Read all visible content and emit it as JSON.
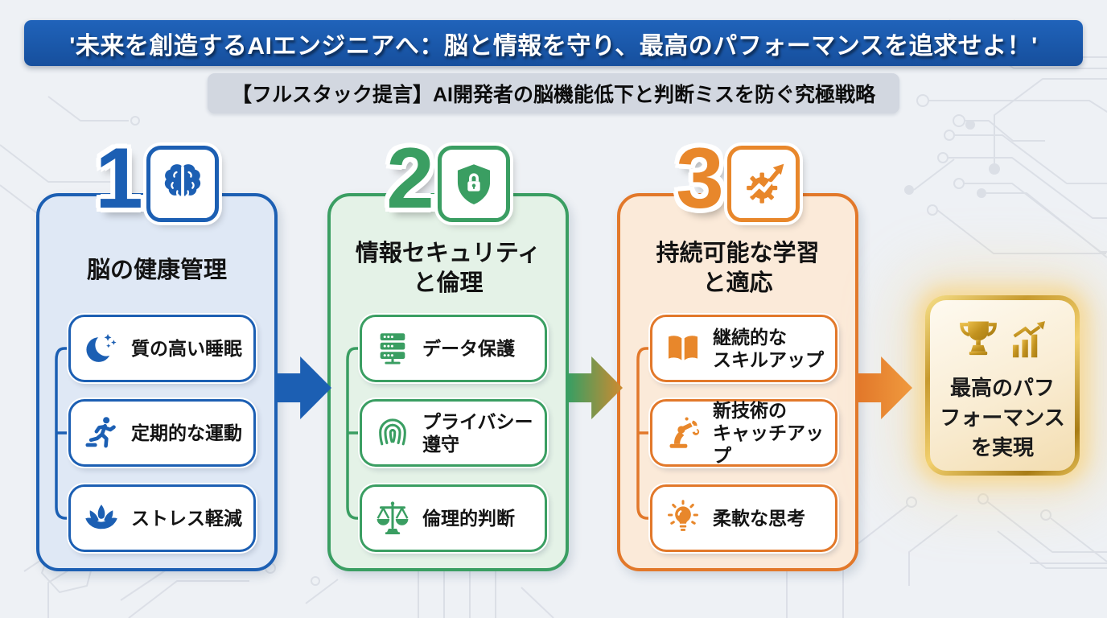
{
  "page": {
    "title": "'未来を創造するAIエンジニアへ：脳と情報を守り、最高のパフォーマンスを追求せよ！'",
    "subtitle": "【フルスタック提言】AI開発者の脳機能低下と判断ミスを防ぐ究極戦略"
  },
  "colors": {
    "header_blue": "#1a58b0",
    "col1_blue": "#1c5fb3",
    "col2_green": "#3a9e62",
    "col3_orange": "#e2782a",
    "gold": "#c89a28",
    "background": "#eef1f5"
  },
  "columns": [
    {
      "number": "1",
      "badge_icon": "brain-icon",
      "title": "脳の健康管理",
      "items": [
        {
          "icon": "moon-stars-icon",
          "label": "質の高い睡眠"
        },
        {
          "icon": "runner-icon",
          "label": "定期的な運動"
        },
        {
          "icon": "lotus-icon",
          "label": "ストレス軽減"
        }
      ]
    },
    {
      "number": "2",
      "badge_icon": "shield-lock-icon",
      "title": "情報セキュリティ\nと倫理",
      "items": [
        {
          "icon": "server-icon",
          "label": "データ保護"
        },
        {
          "icon": "fingerprint-icon",
          "label": "プライバシー\n遵守"
        },
        {
          "icon": "scales-icon",
          "label": "倫理的判断"
        }
      ]
    },
    {
      "number": "3",
      "badge_icon": "gear-growth-icon",
      "title": "持続可能な学習\nと適応",
      "items": [
        {
          "icon": "book-icon",
          "label": "継続的な\nスキルアップ"
        },
        {
          "icon": "robot-arm-icon",
          "label": "新技術の\nキャッチアップ"
        },
        {
          "icon": "lightbulb-icon",
          "label": "柔軟な思考"
        }
      ]
    }
  ],
  "result": {
    "icons": [
      "trophy-icon",
      "growth-chart-icon"
    ],
    "label": "最高のパフ\nフォーマンス\nを実現"
  }
}
